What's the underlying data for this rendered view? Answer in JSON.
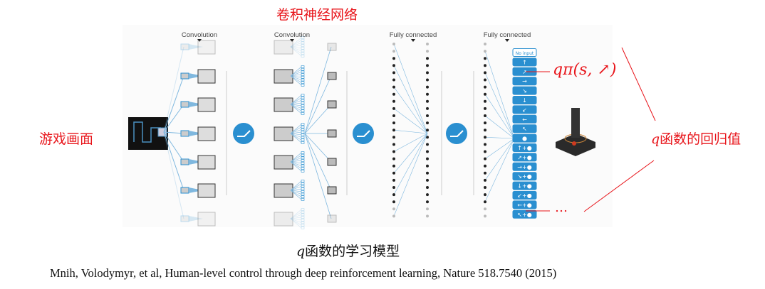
{
  "title": "卷积神经网络",
  "game_label": "游戏画面",
  "q_regression": {
    "q": "q",
    "text": "函数的回归值"
  },
  "q_action_label": "qπ(s, ↗)",
  "ellipsis": "…",
  "model_label": {
    "q": "q",
    "text": "函数的学习模型"
  },
  "citation": "Mnih, Volodymyr, et al, Human-level control through deep reinforcement learning, Nature  518.7540 (2015)",
  "layers": {
    "conv1": "Convolution",
    "conv2": "Convolution",
    "fc1": "Fully connected",
    "fc2": "Fully connected"
  },
  "actions": [
    "No input",
    "↑",
    "↗",
    "→",
    "↘",
    "↓",
    "↙",
    "←",
    "↖",
    "●",
    "↑+●",
    "↗+●",
    "→+●",
    "↘+●",
    "↓+●",
    "↙+●",
    "←+●",
    "↖+●"
  ],
  "colors": {
    "red": "#e8141a",
    "blue": "#2a8fd0",
    "line": "#7fb8df"
  }
}
